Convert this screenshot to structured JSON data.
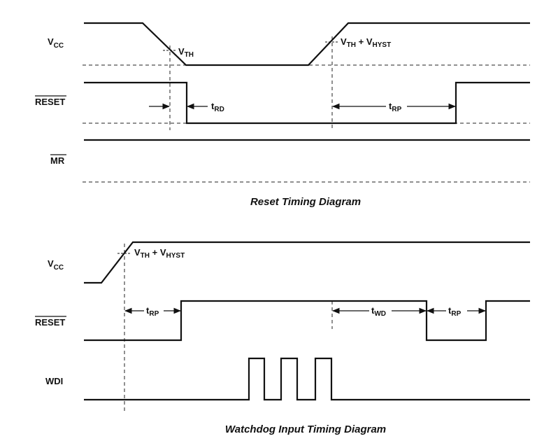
{
  "reset_diagram": {
    "caption": "Reset Timing Diagram",
    "signals": {
      "vcc": {
        "main": "V",
        "sub": "CC"
      },
      "reset": "RESET",
      "mr": "MR"
    },
    "labels": {
      "vth": {
        "main": "V",
        "sub": "TH"
      },
      "vth_hyst": {
        "a": "V",
        "a_sub": "TH",
        "plus": " + V",
        "b_sub": "HYST"
      },
      "trd": {
        "main": "t",
        "sub": "RD"
      },
      "trp": {
        "main": "t",
        "sub": "RP"
      }
    }
  },
  "watchdog_diagram": {
    "caption": "Watchdog Input Timing Diagram",
    "signals": {
      "vcc": {
        "main": "V",
        "sub": "CC"
      },
      "reset": "RESET",
      "wdi": "WDI"
    },
    "labels": {
      "vth_hyst": {
        "a": "V",
        "a_sub": "TH",
        "plus": " + V",
        "b_sub": "HYST"
      },
      "trp1": {
        "main": "t",
        "sub": "RP"
      },
      "twd": {
        "main": "t",
        "sub": "WD"
      },
      "trp2": {
        "main": "t",
        "sub": "RP"
      }
    }
  },
  "colors": {
    "ink": "#111111",
    "background": "#ffffff"
  }
}
